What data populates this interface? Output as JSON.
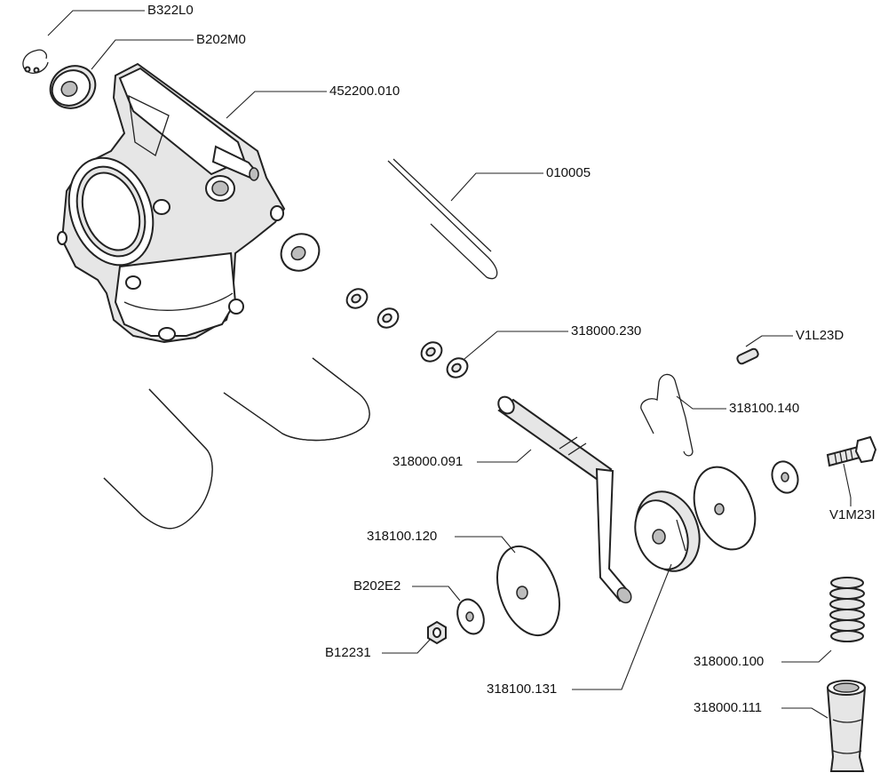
{
  "diagram": {
    "callouts": [
      {
        "id": "b322l0",
        "text": "B322L0"
      },
      {
        "id": "b202m0",
        "text": "B202M0"
      },
      {
        "id": "452200-010",
        "text": "452200.010"
      },
      {
        "id": "010005",
        "text": "010005"
      },
      {
        "id": "318000-230",
        "text": "318000.230"
      },
      {
        "id": "v1l23d",
        "text": "V1L23D"
      },
      {
        "id": "318100-140",
        "text": "318100.140"
      },
      {
        "id": "318000-091",
        "text": "318000.091"
      },
      {
        "id": "v1m23i",
        "text": "V1M23I"
      },
      {
        "id": "318100-120",
        "text": "318100.120"
      },
      {
        "id": "b202e2",
        "text": "B202E2"
      },
      {
        "id": "b12231",
        "text": "B12231"
      },
      {
        "id": "318000-100",
        "text": "318000.100"
      },
      {
        "id": "318100-131",
        "text": "318100.131"
      },
      {
        "id": "318000-111",
        "text": "318000.111"
      }
    ]
  }
}
